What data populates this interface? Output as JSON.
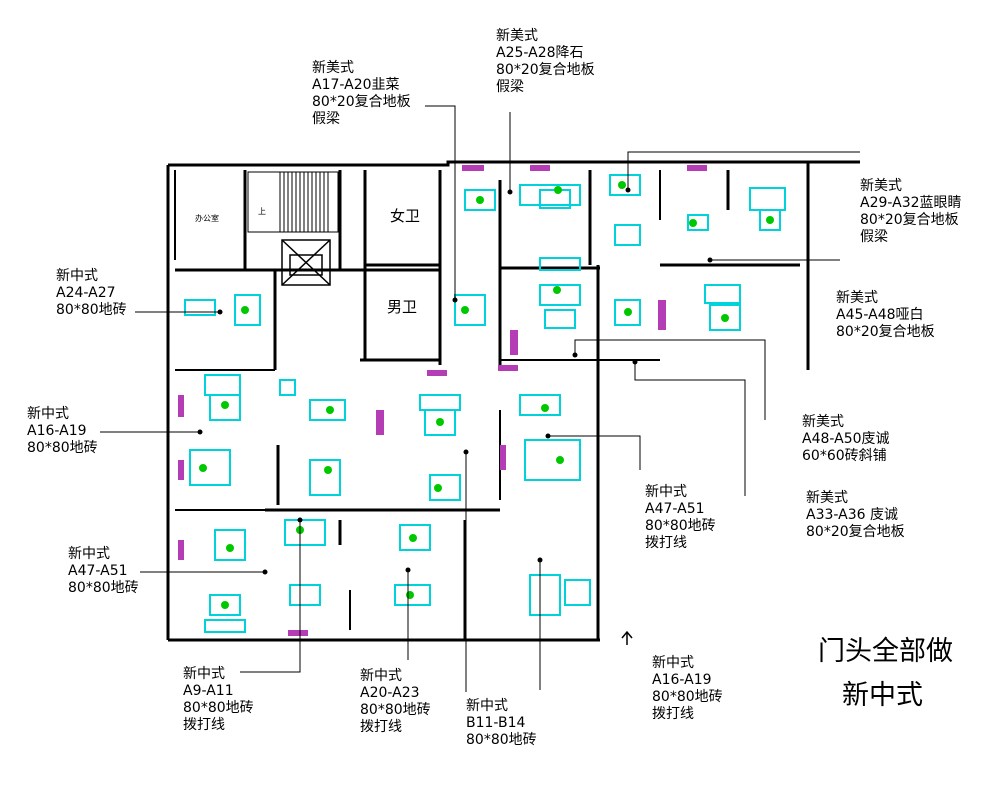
{
  "labels": [
    {
      "lines": [
        "新美式",
        "A17-A20韭菜",
        "80*20复合地板",
        "假梁"
      ]
    },
    {
      "lines": [
        "新美式",
        "A25-A28降石",
        "80*20复合地板",
        "假梁"
      ]
    },
    {
      "lines": [
        "新美式",
        "A29-A32蓝眼睛",
        "80*20复合地板",
        "假梁"
      ]
    },
    {
      "lines": [
        "新中式",
        "A24-A27",
        "80*80地砖"
      ]
    },
    {
      "lines": [
        "新美式",
        "A45-A48哑白",
        "80*20复合地板"
      ]
    },
    {
      "lines": [
        "新中式",
        "A16-A19",
        "80*80地砖"
      ]
    },
    {
      "lines": [
        "新美式",
        "A48-A50庋诚",
        "60*60砖斜铺"
      ]
    },
    {
      "lines": [
        "新美式",
        "A33-A36 庋诚",
        "80*20复合地板"
      ]
    },
    {
      "lines": [
        "新中式",
        "A47-A51",
        "80*80地砖",
        "拨打线"
      ]
    },
    {
      "lines": [
        "新中式",
        "A47-A51",
        "80*80地砖"
      ]
    },
    {
      "lines": [
        "新中式",
        "A9-A11",
        "80*80地砖",
        "拨打线"
      ]
    },
    {
      "lines": [
        "新中式",
        "A20-A23",
        "80*80地砖",
        "拨打线"
      ]
    },
    {
      "lines": [
        "新中式",
        "B11-B14",
        "80*80地砖"
      ]
    },
    {
      "lines": [
        "新中式",
        "A16-A19",
        "80*80地砖",
        "拨打线"
      ]
    }
  ],
  "note": {
    "lines": [
      "门头全部做",
      "新中式"
    ]
  },
  "rooms": {
    "women": "女卫",
    "men": "男卫",
    "office": "办公室",
    "stair": "上"
  },
  "colors": {
    "wall": "#000000",
    "furniture": "#00d2dc",
    "plant": "#00c800",
    "door": "#b43cb4"
  }
}
